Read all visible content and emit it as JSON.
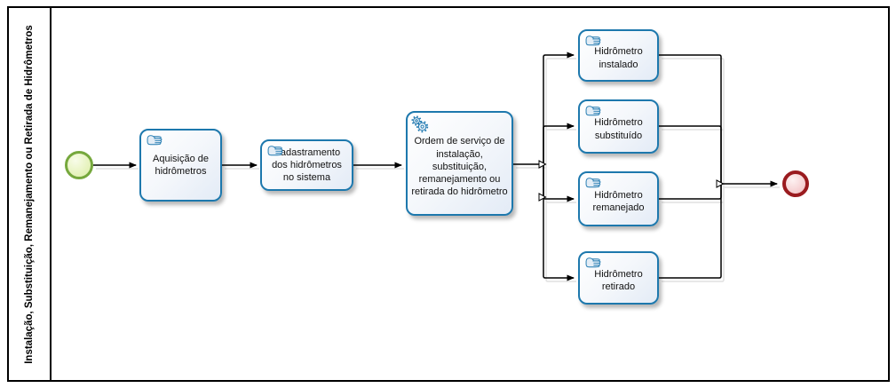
{
  "lane": {
    "label": "Instalação, Substituição, Remanejamento ou Retirada de Hidrômetros"
  },
  "tasks": {
    "aquisicao": {
      "label": "Aquisição de hidrômetros",
      "icon": "manual-task-hand-icon"
    },
    "cadastramento": {
      "label": "Cadastramento dos hidrômetros no sistema",
      "icon": "manual-task-hand-icon"
    },
    "ordem": {
      "label": "Ordem de serviço de instalação, substituição, remanejamento ou retirada do hidrômetro",
      "icon": "service-task-gears-icon"
    },
    "instalado": {
      "label": "Hidrômetro instalado",
      "icon": "manual-task-hand-icon"
    },
    "substituido": {
      "label": "Hidrômetro substituído",
      "icon": "manual-task-hand-icon"
    },
    "remanejado": {
      "label": "Hidrômetro remanejado",
      "icon": "manual-task-hand-icon"
    },
    "retirado": {
      "label": "Hidrômetro retirado",
      "icon": "manual-task-hand-icon"
    }
  },
  "events": {
    "start": {
      "type": "start-event"
    },
    "end": {
      "type": "end-event"
    }
  },
  "colors": {
    "task_border": "#1d78ad",
    "task_fill_top": "#ffffff",
    "task_fill_bottom": "#e3ebf6",
    "start_border": "#76a83d",
    "start_fill": "#e7f3bf",
    "end_border": "#9a1b1f",
    "end_fill": "#f5cdcf",
    "connector": "#000000",
    "pool_border": "#000000"
  }
}
